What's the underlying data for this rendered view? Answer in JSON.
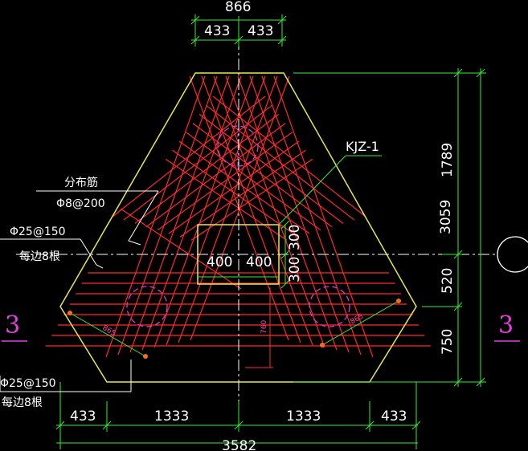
{
  "dimensions": {
    "top_total": "866",
    "top_left": "433",
    "top_right": "433",
    "right_total": "3059",
    "right_top": "1789",
    "right_mid": "520",
    "right_bot": "750",
    "col_h_top": "300",
    "col_h_bot": "300",
    "col_w_left": "400",
    "col_w_right": "400",
    "bottom_1": "433",
    "bottom_2": "1333",
    "bottom_3": "1333",
    "bottom_4": "433",
    "bottom_total": "3582",
    "inner_760": "760",
    "inner_865_left": "865",
    "inner_865_right": "865"
  },
  "labels": {
    "column": "KJZ-1",
    "dist_bar_title": "分布筋",
    "dist_bar_spec": "Φ8@200",
    "main_bar_spec": "Φ25@150",
    "main_bar_count": "每边8根",
    "main_bar_spec_2": "Φ25@150",
    "main_bar_count_2": "每边8根",
    "section_left": "3",
    "section_right": "3"
  },
  "colors": {
    "background": "#000000",
    "outline": "#e8e84a",
    "rebar": "#ff2a2a",
    "dimension": "#33ee33",
    "text": "#ffffff",
    "pile": "#d040d0"
  }
}
